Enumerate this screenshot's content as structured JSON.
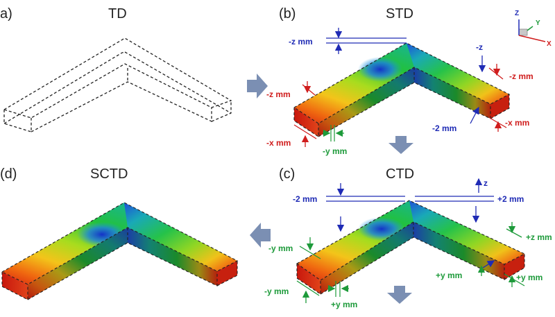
{
  "panels": {
    "a": {
      "letter": "a)",
      "title": "TD"
    },
    "b": {
      "letter": "(b)",
      "title": "STD"
    },
    "c": {
      "letter": "(c)",
      "title": "CTD"
    },
    "d": {
      "letter": "(d)",
      "title": "SCTD"
    }
  },
  "axes": {
    "z": "Z",
    "y": "Y",
    "x": "X"
  },
  "labels_b": {
    "neg_z_mm_left": "-z mm",
    "neg_z_top": "-z",
    "neg_z_mm_right": "-z mm",
    "neg_z_mm_red_left": "-z mm",
    "neg_x_mm_left": "-x mm",
    "neg_y_mm": "-y mm",
    "neg_2_mm": "-2 mm",
    "neg_x_mm_right": "-x mm"
  },
  "labels_c": {
    "neg_2_mm": "-2 mm",
    "pos_2_mm": "+2 mm",
    "z": "z",
    "neg_y_mm_upper": "-y mm",
    "neg_y_mm_lower": "-y mm",
    "pos_y_mm_bottom": "+y mm",
    "pos_z_mm": "+z mm",
    "pos_y_mm_mid": "+y mm",
    "pos_y_mm_right": "+y mm"
  },
  "colors": {
    "blue": "#1f2bb5",
    "red": "#d01d1d",
    "green": "#1d9a3a",
    "arrow": "#7b8fb3"
  }
}
